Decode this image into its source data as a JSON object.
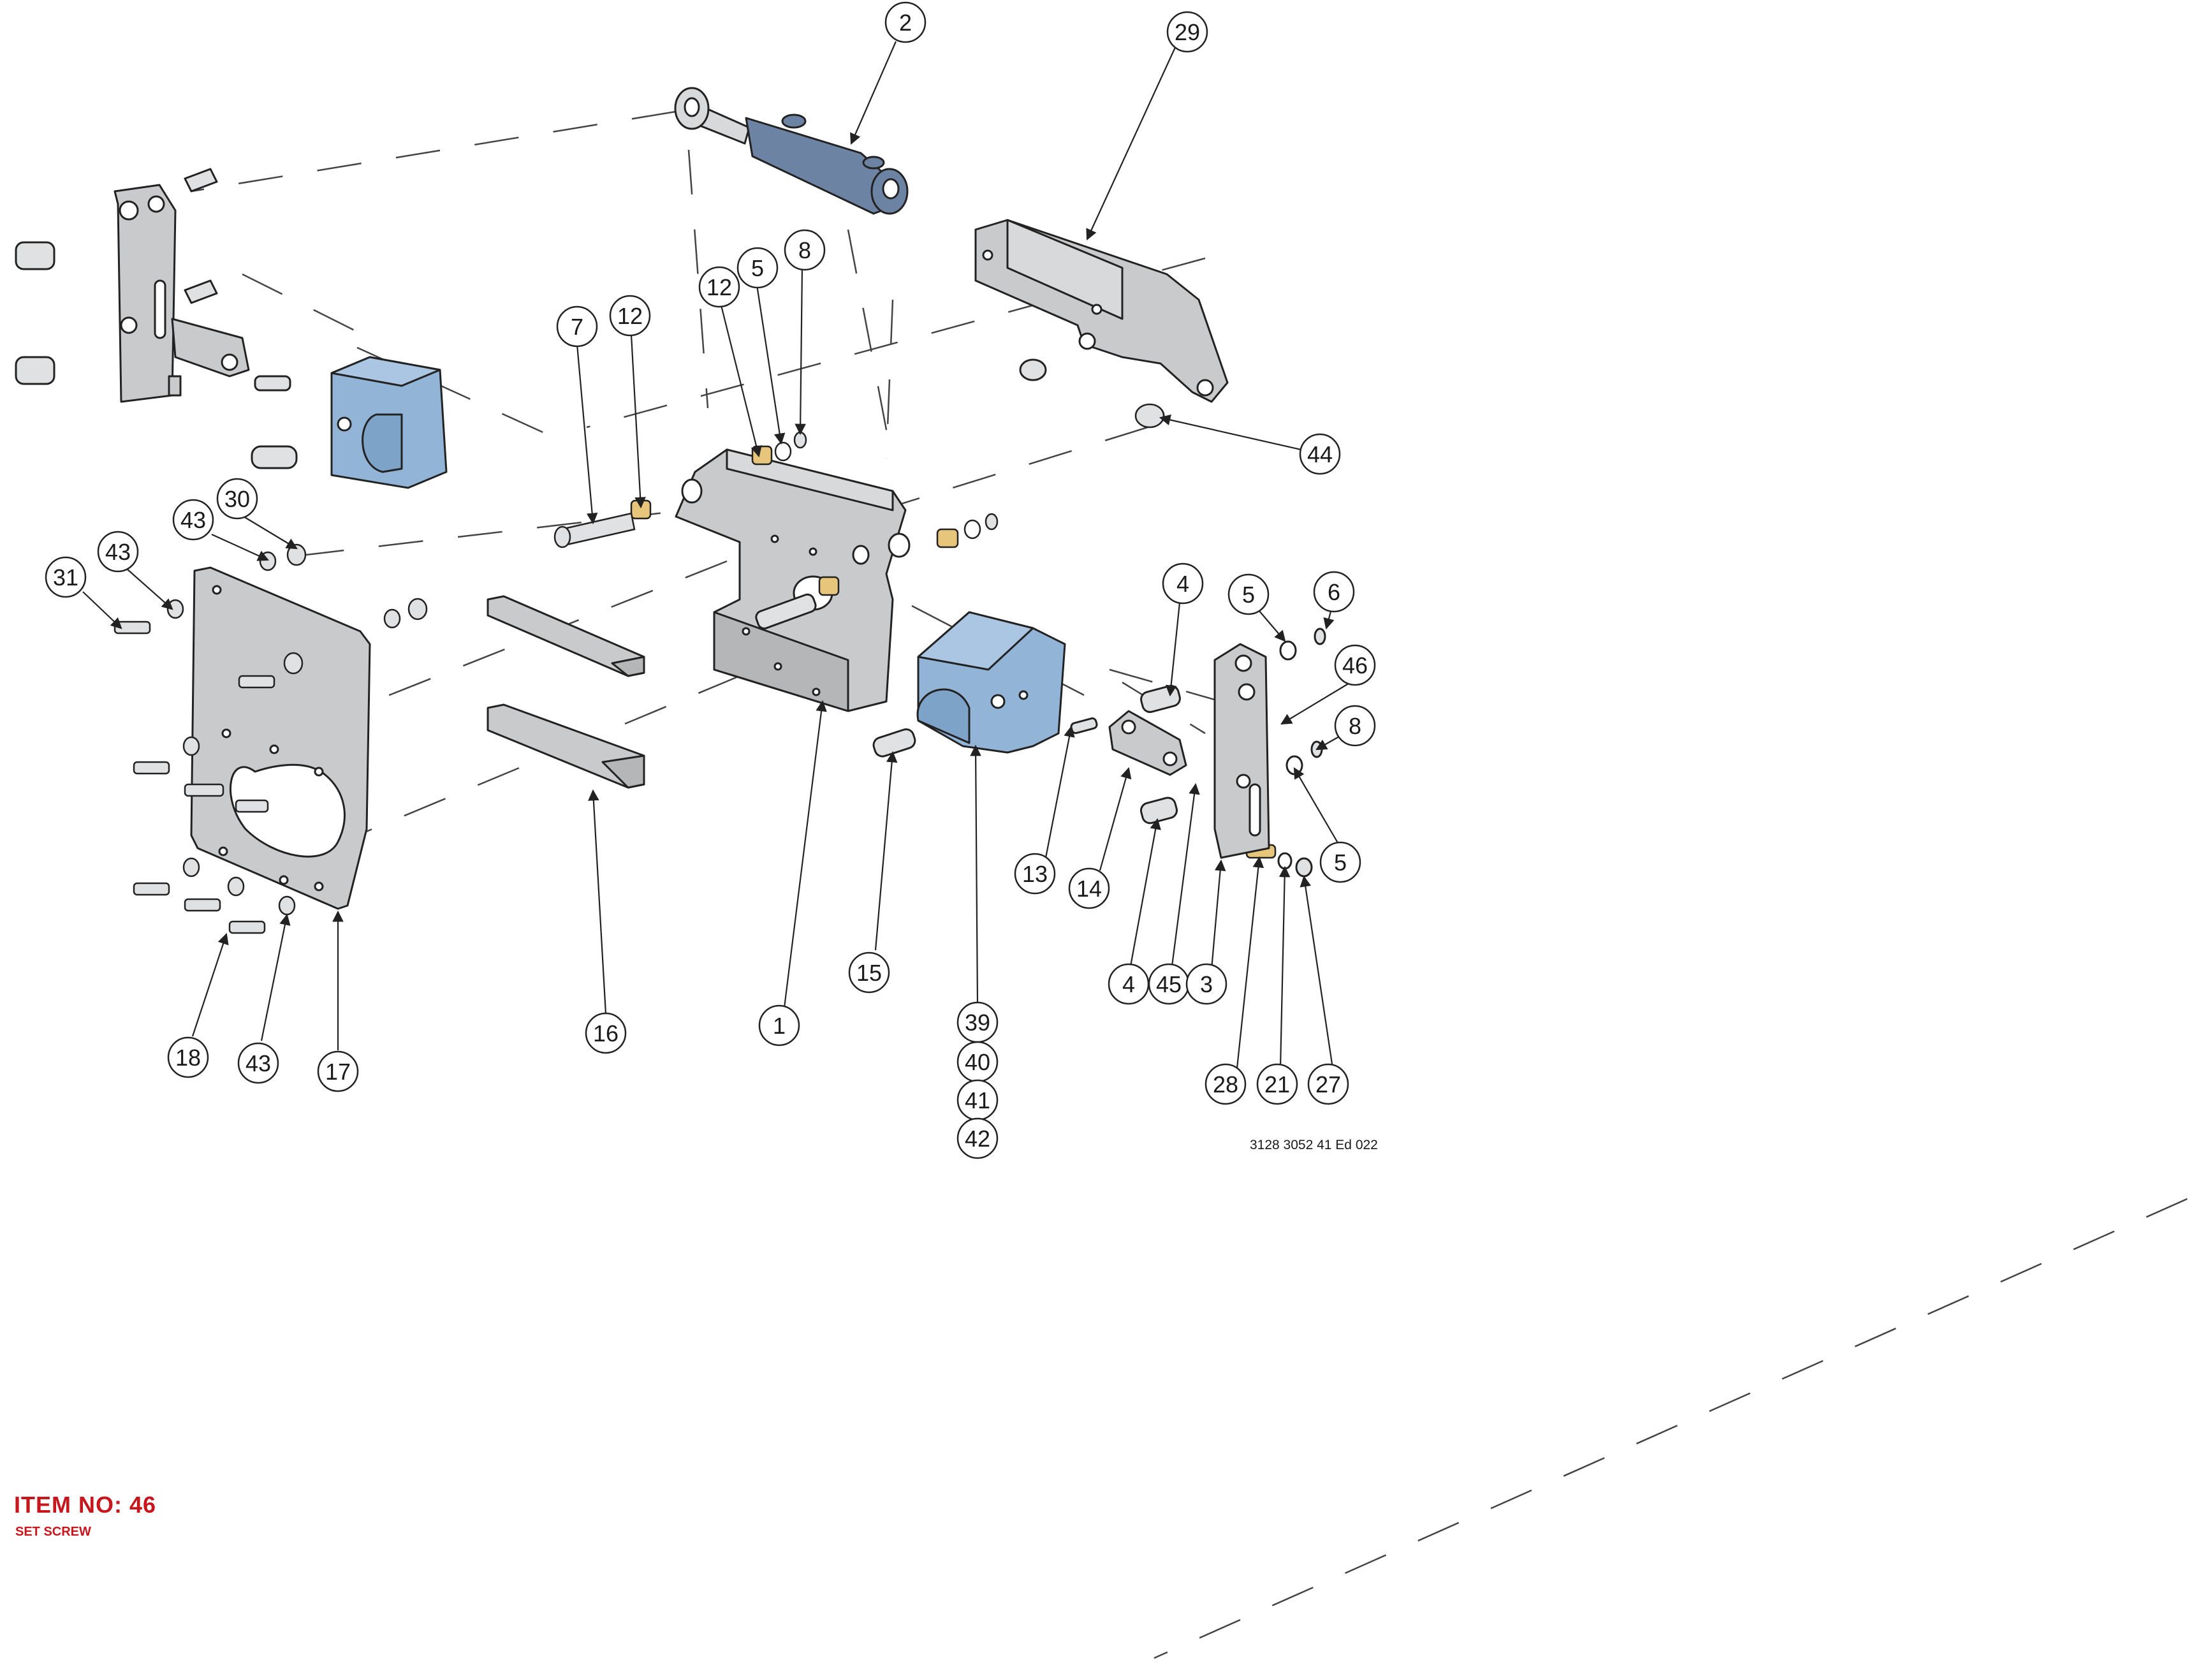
{
  "document_code": "3128 3052 41 Ed 022",
  "item": {
    "title": "ITEM NO: 46",
    "description": "SET SCREW"
  },
  "colors": {
    "gray_part": "#c9cacb",
    "blue_part": "#92b4d6",
    "cylinder_blue": "#6d83a3",
    "bushing_gold": "#e7c57a",
    "outline": "#222222",
    "item_red": "#c8161d"
  },
  "callouts": [
    "2",
    "29",
    "12",
    "5",
    "8",
    "7",
    "12",
    "44",
    "30",
    "43",
    "43",
    "31",
    "4",
    "5",
    "6",
    "46",
    "8",
    "5",
    "13",
    "14",
    "4",
    "45",
    "3",
    "28",
    "21",
    "27",
    "15",
    "1",
    "16",
    "18",
    "43",
    "17",
    "39",
    "40",
    "41",
    "42"
  ]
}
